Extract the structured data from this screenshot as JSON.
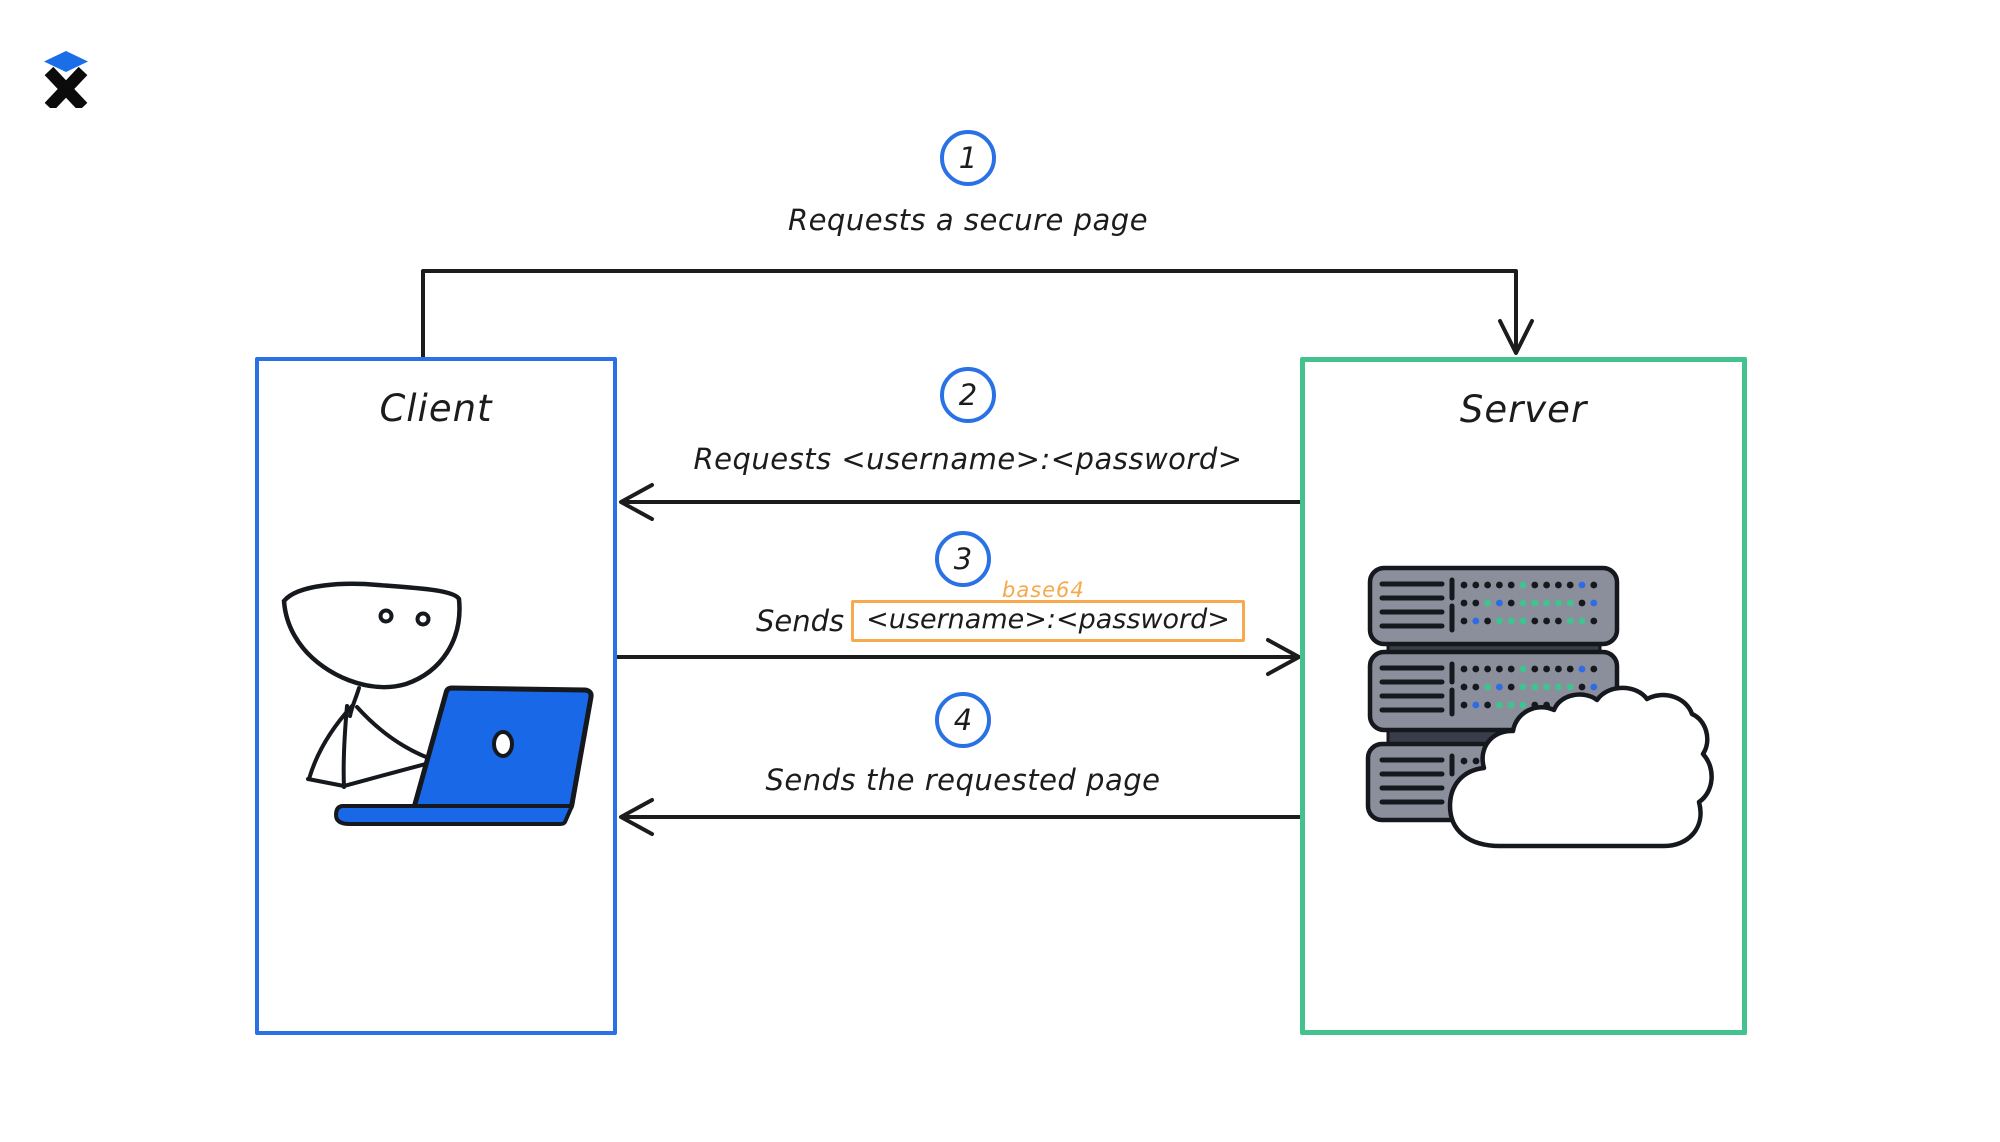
{
  "title": "HTTP basic authentication flow diagram",
  "colors": {
    "accent_blue": "#2a71e5",
    "accent_green": "#43c28d",
    "accent_orange": "#f7a94e",
    "ink": "#1c1c1c",
    "laptop_blue": "#1868e8",
    "rack_gray": "#8a8f9b"
  },
  "logo": {
    "icon": "x-diamond-logo"
  },
  "actors": {
    "client": {
      "label": "Client"
    },
    "server": {
      "label": "Server"
    }
  },
  "steps": [
    {
      "number": "1",
      "label": "Requests a secure page",
      "from": "client",
      "to": "server"
    },
    {
      "number": "2",
      "label": "Requests <username>:<password>",
      "from": "server",
      "to": "client"
    },
    {
      "number": "3",
      "label_prefix": "Sends",
      "encoded_value": "<username>:<password>",
      "encoding_note": "base64",
      "from": "client",
      "to": "server"
    },
    {
      "number": "4",
      "label": "Sends the requested page",
      "from": "server",
      "to": "client"
    }
  ]
}
